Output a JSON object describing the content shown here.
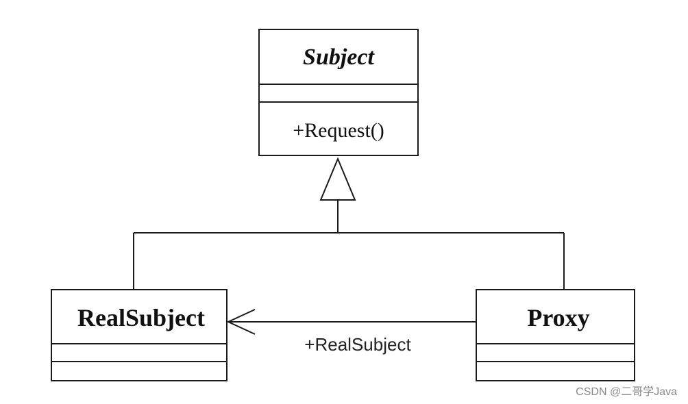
{
  "diagram": {
    "type": "uml-class-diagram",
    "pattern": "proxy",
    "classes": {
      "subject": {
        "name": "Subject",
        "abstract": true,
        "attributes": [],
        "operations": [
          "+Request()"
        ]
      },
      "real_subject": {
        "name": "RealSubject",
        "attributes": [],
        "operations": []
      },
      "proxy": {
        "name": "Proxy",
        "attributes": [],
        "operations": []
      }
    },
    "relations": [
      {
        "type": "generalization",
        "from": "RealSubject",
        "to": "Subject"
      },
      {
        "type": "generalization",
        "from": "Proxy",
        "to": "Subject"
      },
      {
        "type": "association",
        "from": "Proxy",
        "to": "RealSubject",
        "label": "+RealSubject"
      }
    ]
  },
  "colors": {
    "stroke": "#1a1a1a",
    "background": "#ffffff",
    "watermark": "#888888"
  },
  "watermark": "CSDN @二哥学Java"
}
